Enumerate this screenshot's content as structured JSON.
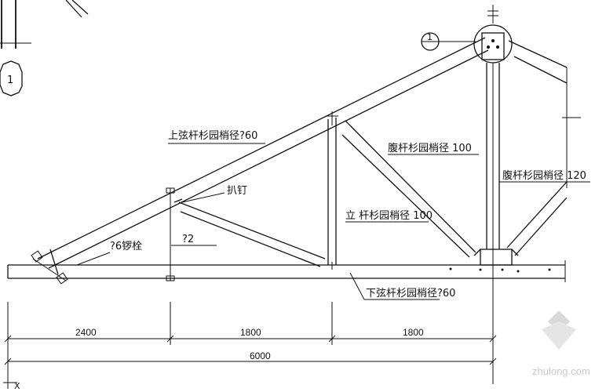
{
  "labels": {
    "top_chord": "上弦杆杉园梢径?60",
    "bolt_nail": "扒钉",
    "web_right": "腹杆杉园梢径 100",
    "web_center": "腹杆杉园梢径 120",
    "vertical": "立 杆杉园梢径 100",
    "bolt": "?6锣栓",
    "note_72": "?2",
    "bottom_chord": "下弦杆杉园梢径?60"
  },
  "markers": {
    "detail_left": "1",
    "detail_top": "1"
  },
  "dimensions": {
    "seg1": "2400",
    "seg2": "1800",
    "seg3": "1800",
    "total": "6000"
  },
  "axis": {
    "x_label": "X"
  },
  "watermark": {
    "text": "zhulong.com"
  }
}
